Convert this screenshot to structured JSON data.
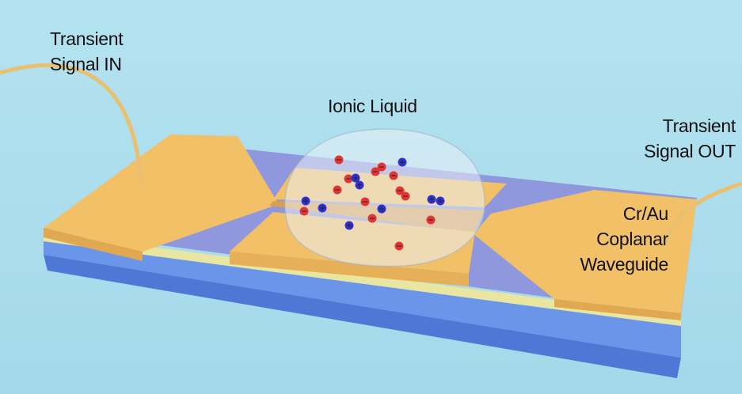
{
  "labels": {
    "signal_in": [
      "Transient",
      "Signal IN"
    ],
    "ionic_liquid": "Ionic Liquid",
    "signal_out": [
      "Transient",
      "Signal OUT"
    ],
    "waveguide": [
      "Cr/Au",
      "Coplanar",
      "Waveguide"
    ]
  },
  "colors": {
    "gold": "#f2c066",
    "substrate_top": "#8f98dc",
    "substrate_blue": "#5a86e0",
    "cation": "#3030d0",
    "anion": "#e03535"
  }
}
